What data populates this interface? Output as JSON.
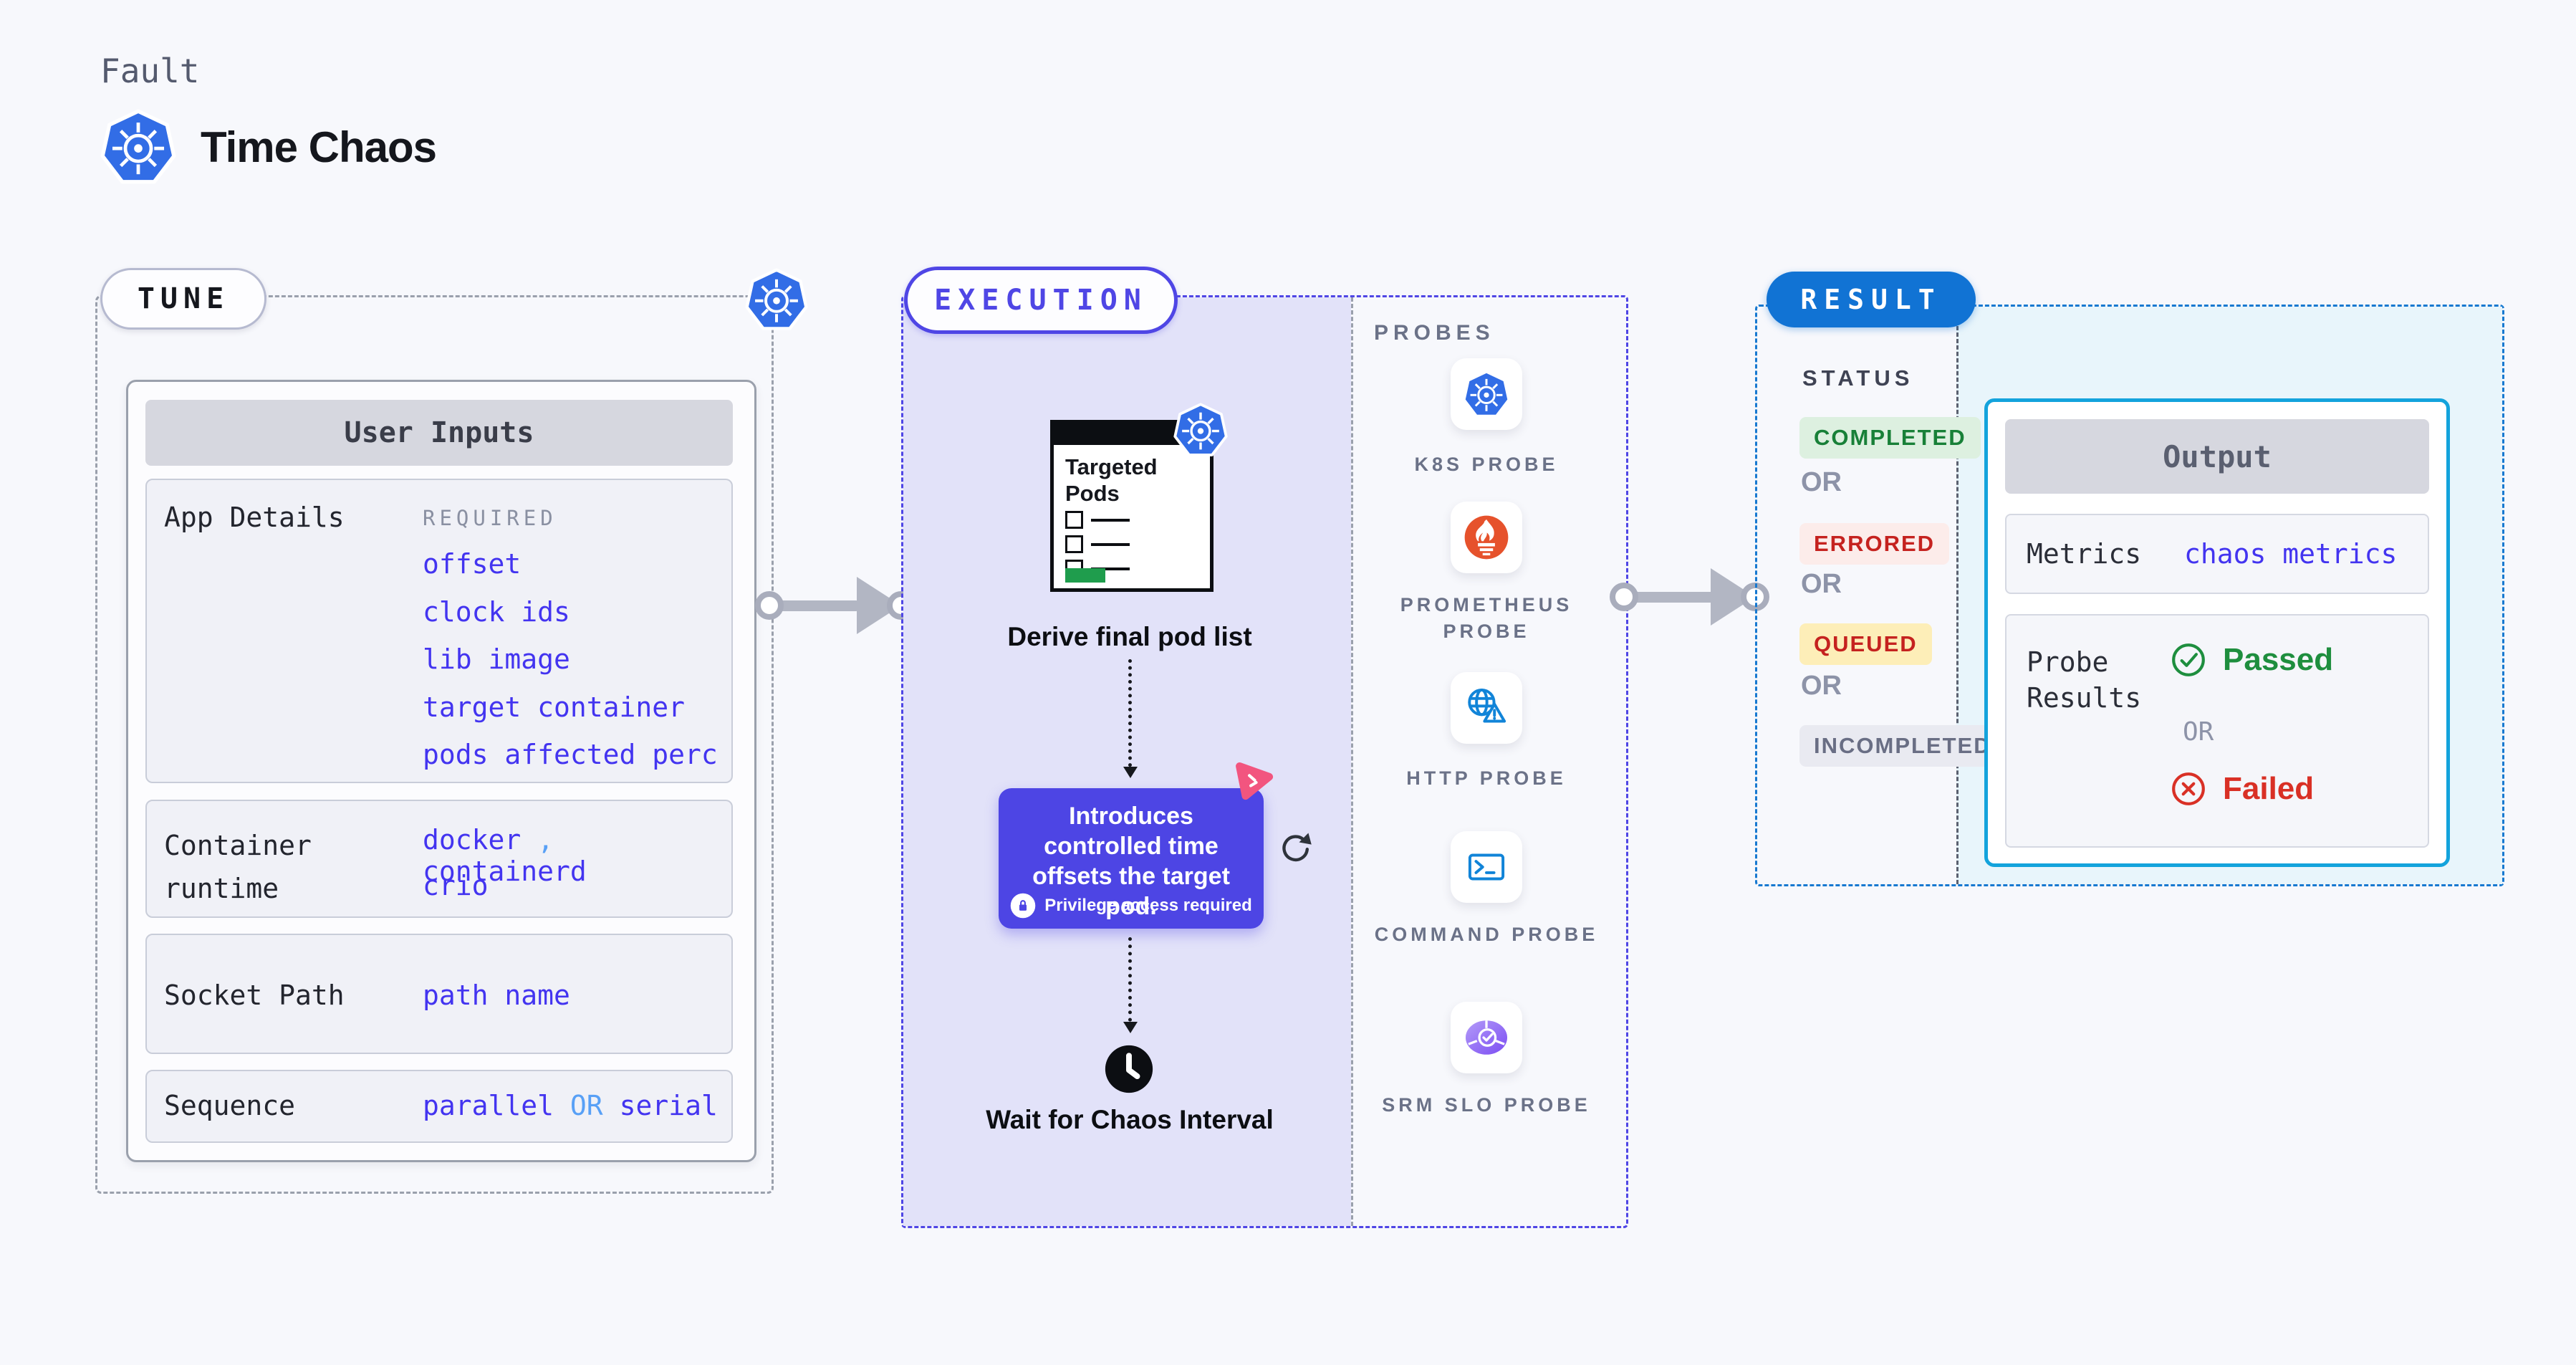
{
  "header": {
    "eyebrow": "Fault",
    "title": "Time Chaos"
  },
  "tune": {
    "pill": "TUNE",
    "card_title": "User Inputs",
    "app_details": {
      "label": "App Details",
      "tag": "REQUIRED",
      "links": [
        "offset",
        "clock ids",
        "lib image",
        "target container",
        "pods affected perc"
      ]
    },
    "container_runtime": {
      "label": "Container runtime",
      "v1": "docker",
      "sep": ",",
      "v2": "containerd",
      "v3": "crio"
    },
    "socket_path": {
      "label": "Socket Path",
      "value": "path name"
    },
    "sequence": {
      "label": "Sequence",
      "v1": "parallel",
      "or": "OR",
      "v2": "serial"
    }
  },
  "execution": {
    "pill": "EXECUTION",
    "doc_title": "Targeted Pods",
    "step1_caption": "Derive final pod list",
    "tooltip_text": "Introduces controlled time offsets the target pod.",
    "tooltip_badge": "Privilege access required",
    "step3_caption": "Wait for Chaos Interval"
  },
  "probes": {
    "label": "PROBES",
    "items": [
      {
        "name": "K8S PROBE",
        "icon": "k8s-icon"
      },
      {
        "name": "PROMETHEUS PROBE",
        "icon": "prometheus-icon"
      },
      {
        "name": "HTTP PROBE",
        "icon": "http-globe-warning-icon"
      },
      {
        "name": "COMMAND PROBE",
        "icon": "terminal-icon"
      },
      {
        "name": "SRM SLO PROBE",
        "icon": "slo-gauge-check-icon"
      }
    ]
  },
  "result": {
    "pill": "RESULT",
    "status_label": "STATUS",
    "or": "OR",
    "badges": [
      {
        "text": "COMPLETED",
        "type": "success"
      },
      {
        "text": "ERRORED",
        "type": "error"
      },
      {
        "text": "QUEUED",
        "type": "warning"
      },
      {
        "text": "INCOMPLETED",
        "type": "neutral"
      }
    ],
    "output": {
      "title": "Output",
      "metrics_label": "Metrics",
      "metrics_value": "chaos metrics",
      "probe_label": "Probe Results",
      "passed": "Passed",
      "or": "OR",
      "failed": "Failed"
    }
  },
  "colors": {
    "accent_indigo": "#4f46e5",
    "link_blue": "#4334f0",
    "soft_blue": "#58a0f6",
    "k8s_blue": "#326de6",
    "result_blue": "#1173d4",
    "output_cyan": "#13a3dc",
    "success_green": "#188038",
    "error_red": "#c5221f",
    "failed_red": "#d93025",
    "prometheus_orange": "#e6522c",
    "http_blue": "#1184d8",
    "srm_purple": "#7c4df3",
    "chaos_pink": "#f2557f"
  }
}
